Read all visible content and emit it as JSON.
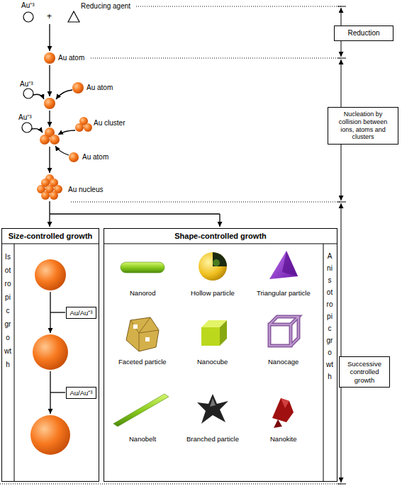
{
  "diagram": {
    "nodes": [
      {
        "text": [
          "Reduction"
        ]
      },
      {
        "text": [
          "Nucleation by collision between ions, atoms and clusters"
        ]
      },
      {
        "text": [
          "Size-controlled growth",
          "Isotropic growth"
        ]
      },
      {
        "text": [
          "Au/Au⁺³"
        ],
        "in": 2
      },
      {
        "text": [
          "Au/Au⁺³"
        ],
        "in": 2
      },
      {
        "text": [
          "Shape-controlled growth",
          "Anisotropic growth"
        ]
      },
      {
        "text": [
          "Successive controlled growth"
        ]
      }
    ],
    "labels": [
      "Au⁺³",
      "+",
      "Reducing agent",
      "Au atom",
      "Au⁺³",
      "Au atom",
      "Au⁺³",
      "Au cluster",
      "Au atom",
      "Au nucleus",
      "Nanorod",
      "Hollow particle",
      "Triangular particle",
      "Faceted particle",
      "Nanocube",
      "Nanocage",
      "Nanobelt",
      "Branched particle",
      "Nanokite"
    ]
  }
}
